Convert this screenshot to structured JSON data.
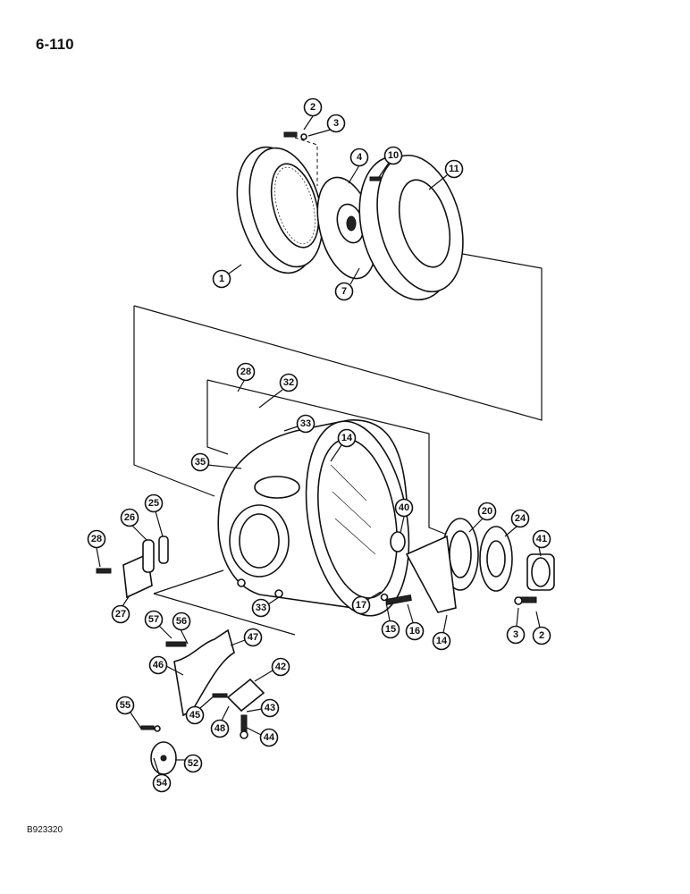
{
  "page_number": "6-110",
  "figure_code": "B923320",
  "callouts": [
    "1",
    "2",
    "3",
    "4",
    "10",
    "11",
    "7",
    "28",
    "32",
    "33",
    "14",
    "35",
    "40",
    "20",
    "24",
    "41",
    "25",
    "26",
    "28",
    "27",
    "33",
    "17",
    "15",
    "16",
    "14",
    "3",
    "2",
    "57",
    "56",
    "47",
    "46",
    "42",
    "45",
    "48",
    "43",
    "55",
    "52",
    "44",
    "54"
  ]
}
